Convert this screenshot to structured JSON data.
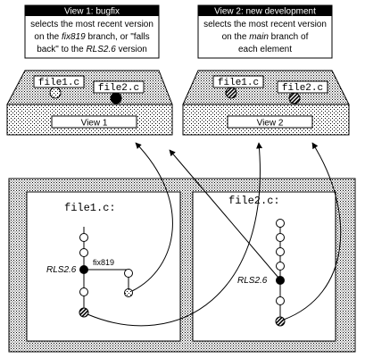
{
  "views": [
    {
      "title": "View 1: bugfix",
      "desc": {
        "l1": "selects the most recent version",
        "l2a": "on the ",
        "l2b": "fix819",
        "l2c": " branch, or \"falls",
        "l3a": "back\" to the ",
        "l3b": "RLS2.6",
        "l3c": " version"
      },
      "fileA": "file1.c",
      "fileB": "file2.c",
      "label": "View 1"
    },
    {
      "title": "View 2: new development",
      "desc": {
        "l1": "selects the most recent version",
        "l2a": "on the ",
        "l2b": "main",
        "l2c": " branch of",
        "l3": "each  element"
      },
      "fileA": "file1.c",
      "fileB": "file2.c",
      "label": "View 2"
    }
  ],
  "elements": {
    "left_title": "file1.c:",
    "right_title": "file2.c:",
    "baseline_label_left": "RLS2.6",
    "branch_label": "fix819",
    "baseline_label_right": "RLS2.6"
  }
}
